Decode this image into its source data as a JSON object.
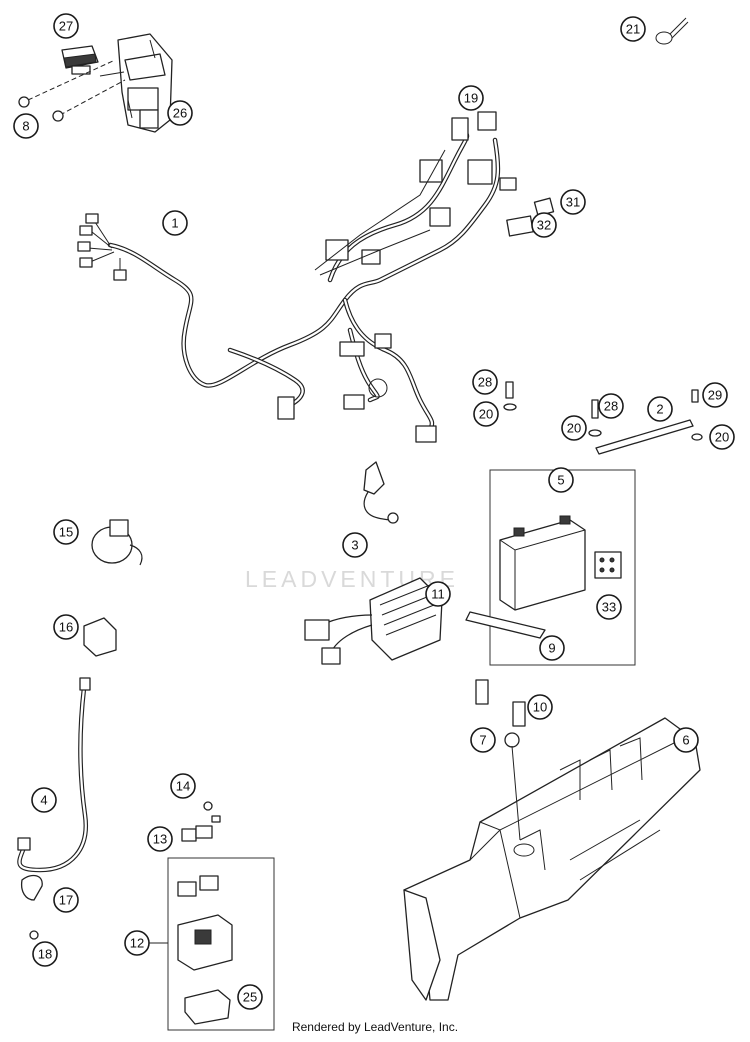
{
  "watermark": "LEADVENTURE",
  "footer": "Rendered by LeadVenture, Inc.",
  "callouts": [
    "27",
    "26",
    "8",
    "21",
    "19",
    "1",
    "31",
    "32",
    "28",
    "20",
    "2",
    "28",
    "29",
    "20",
    "20",
    "5",
    "3",
    "15",
    "11",
    "33",
    "9",
    "16",
    "10",
    "6",
    "7",
    "4",
    "14",
    "13",
    "12",
    "25",
    "17",
    "18"
  ]
}
